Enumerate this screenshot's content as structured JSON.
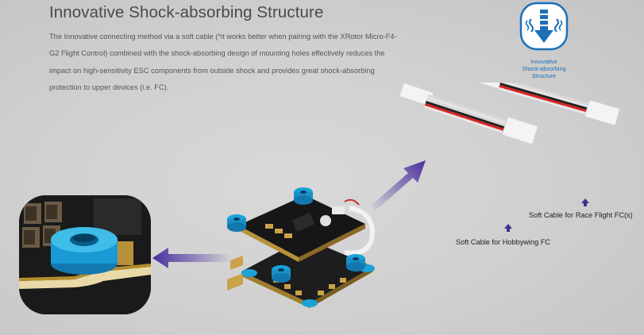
{
  "header": {
    "title": "Innovative Shock-absorbing Structure",
    "description": "The Innovative connecting method via a soft cable (*it works better when pairing with the XRotor Micro-F4-G2 Flight Control) combined with the shock-absorbing design of mounting holes effectively reduces the impact on high-sensitivity ESC components from outside shock and provides great shock-absorbing protection to upper devices (i.e. FC)."
  },
  "badge": {
    "icon": "shock-absorb-icon",
    "caption": "Innovative\nShock-absorbing\nStructure",
    "color": "#1d6fb8"
  },
  "labels": {
    "race_flight": "Soft Cable for Race Flight FC(s)",
    "hobbywing": "Soft Cable for Hobbywing FC"
  },
  "colors": {
    "accent_arrow": "#5a3fa8",
    "mount_blue": "#1aa3d8",
    "board": "#1c1c1c",
    "gold": "#c9a24a"
  }
}
